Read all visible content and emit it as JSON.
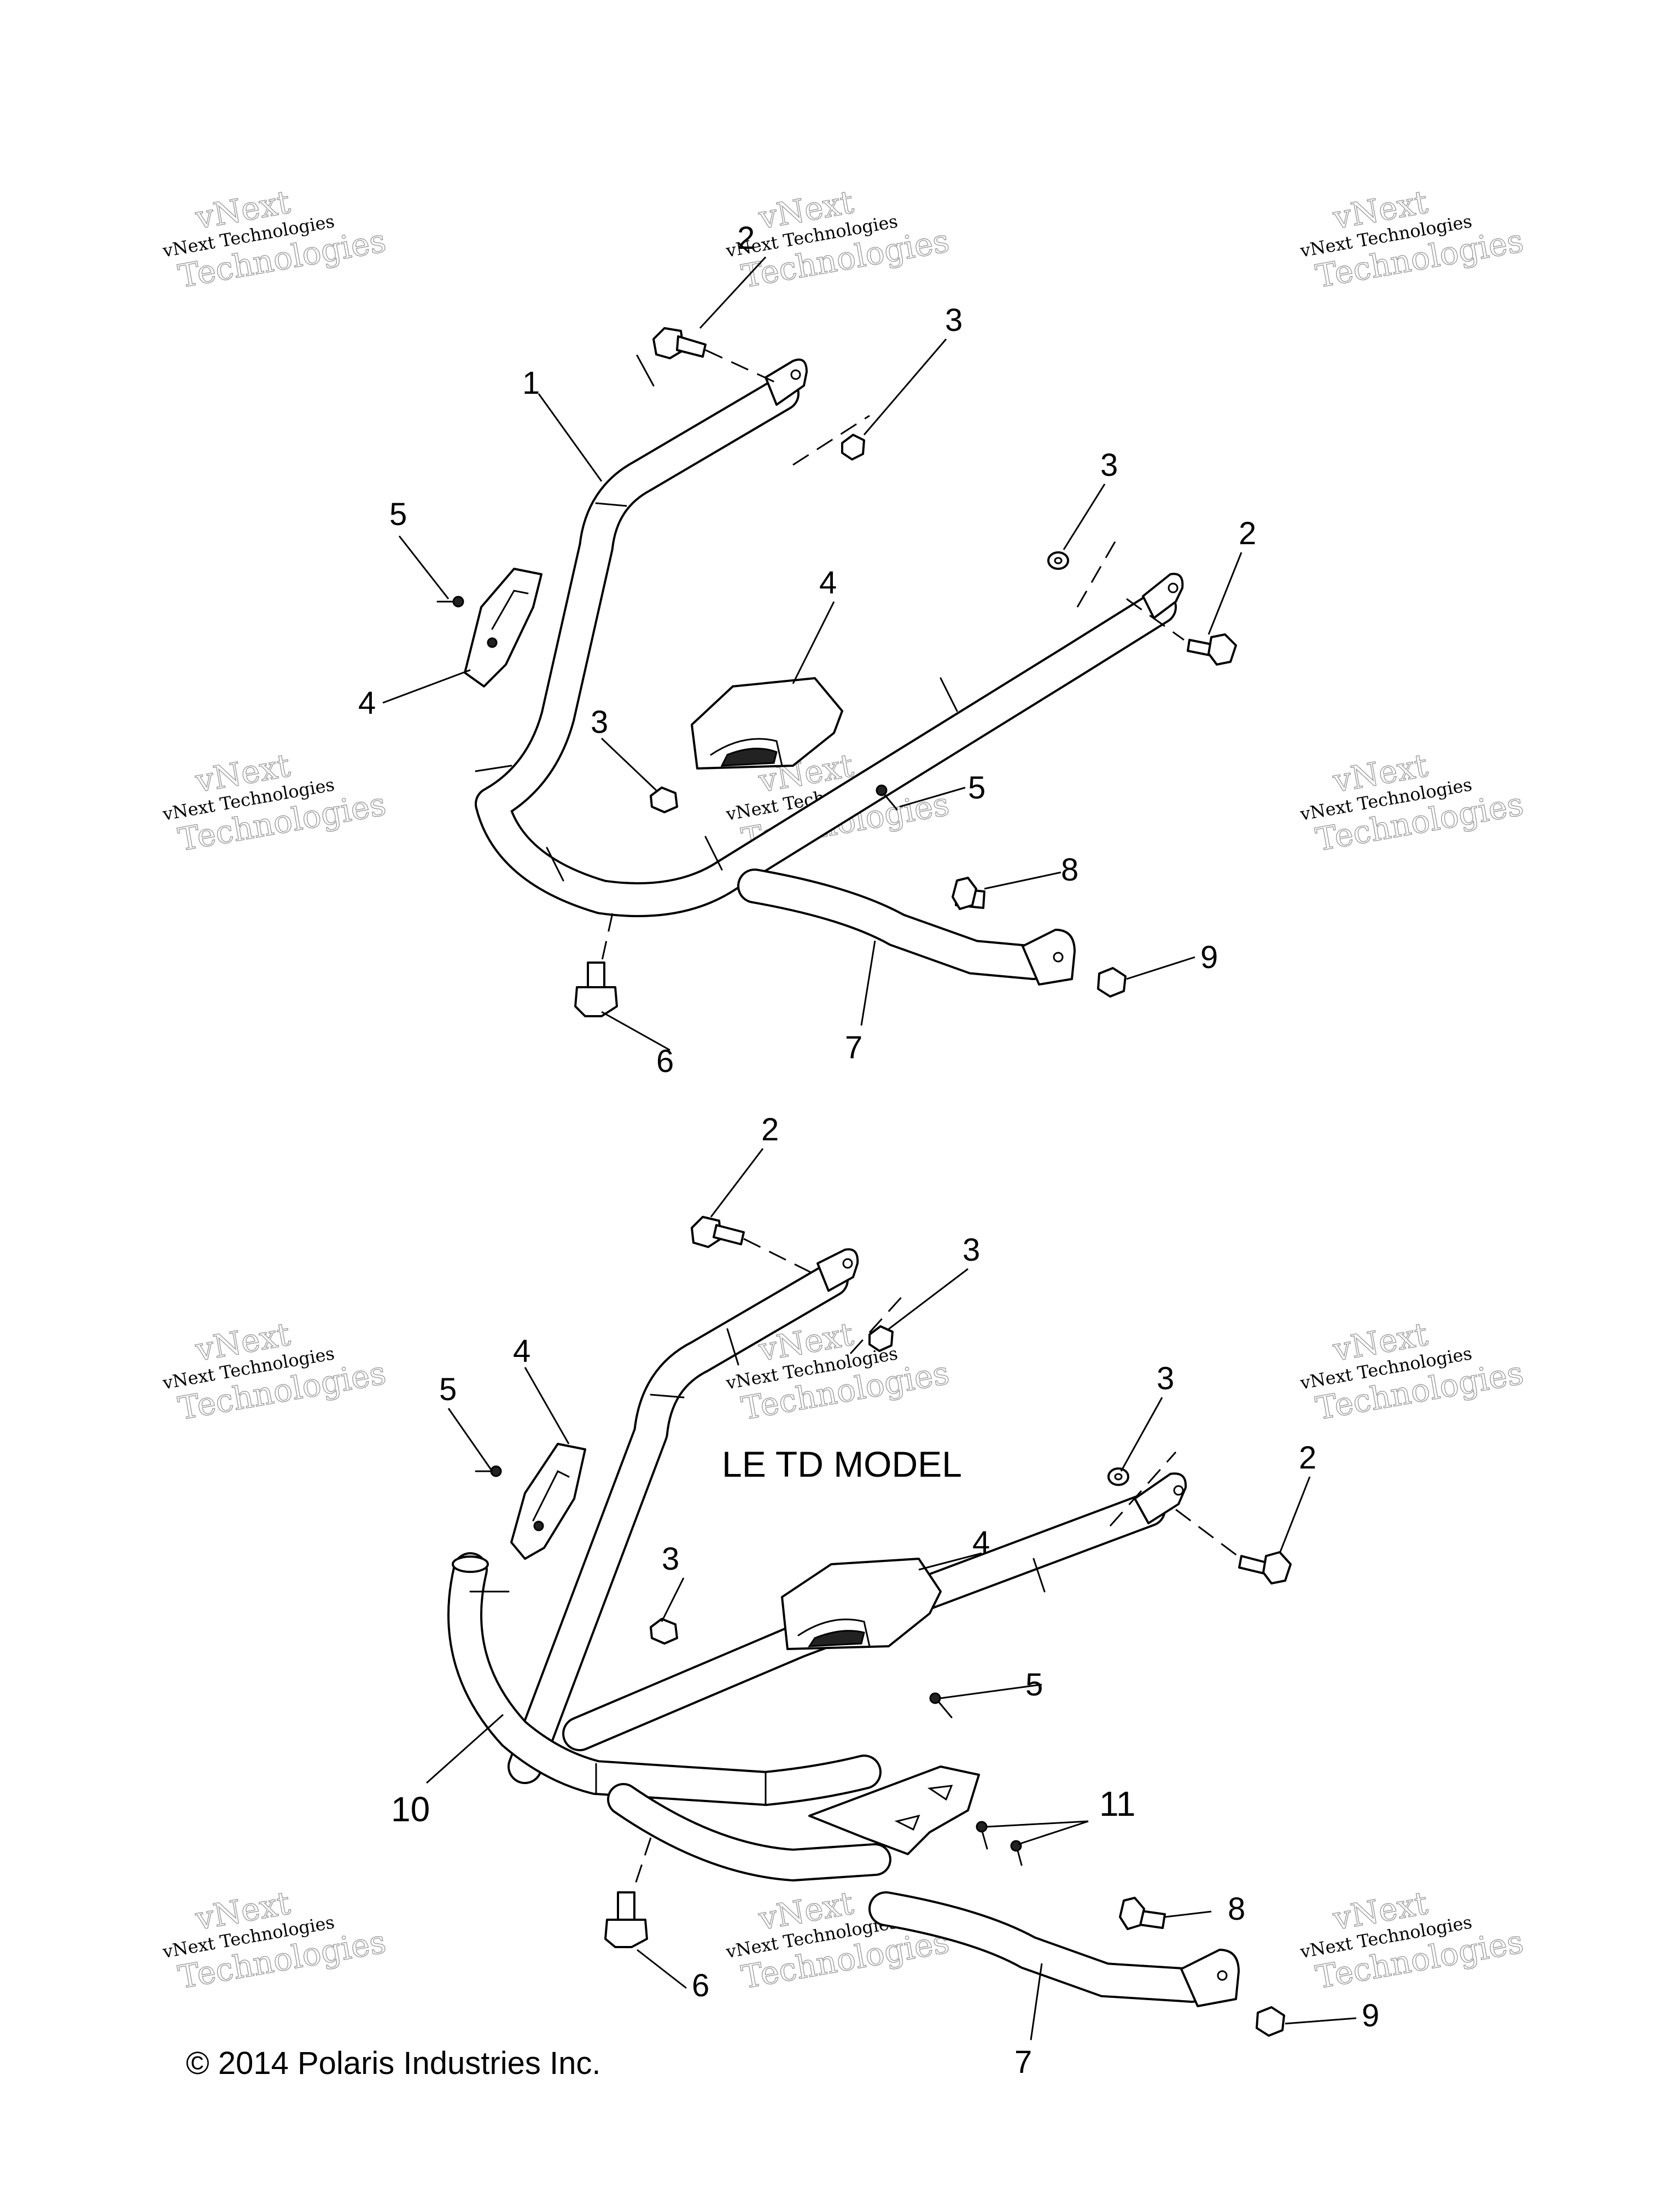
{
  "watermark": {
    "line1": "vNext Technologies",
    "line2": "Technologies",
    "line3": "vNext"
  },
  "top_diagram": {
    "callouts": [
      "1",
      "2",
      "3",
      "3",
      "2",
      "5",
      "4",
      "4",
      "3",
      "5",
      "8",
      "9",
      "6",
      "7"
    ]
  },
  "bottom_diagram": {
    "model_label": "LE TD MODEL",
    "callouts": [
      "2",
      "3",
      "4",
      "5",
      "3",
      "2",
      "3",
      "4",
      "5",
      "10",
      "11",
      "8",
      "6",
      "9",
      "7"
    ]
  },
  "copyright": "© 2014 Polaris Industries Inc."
}
